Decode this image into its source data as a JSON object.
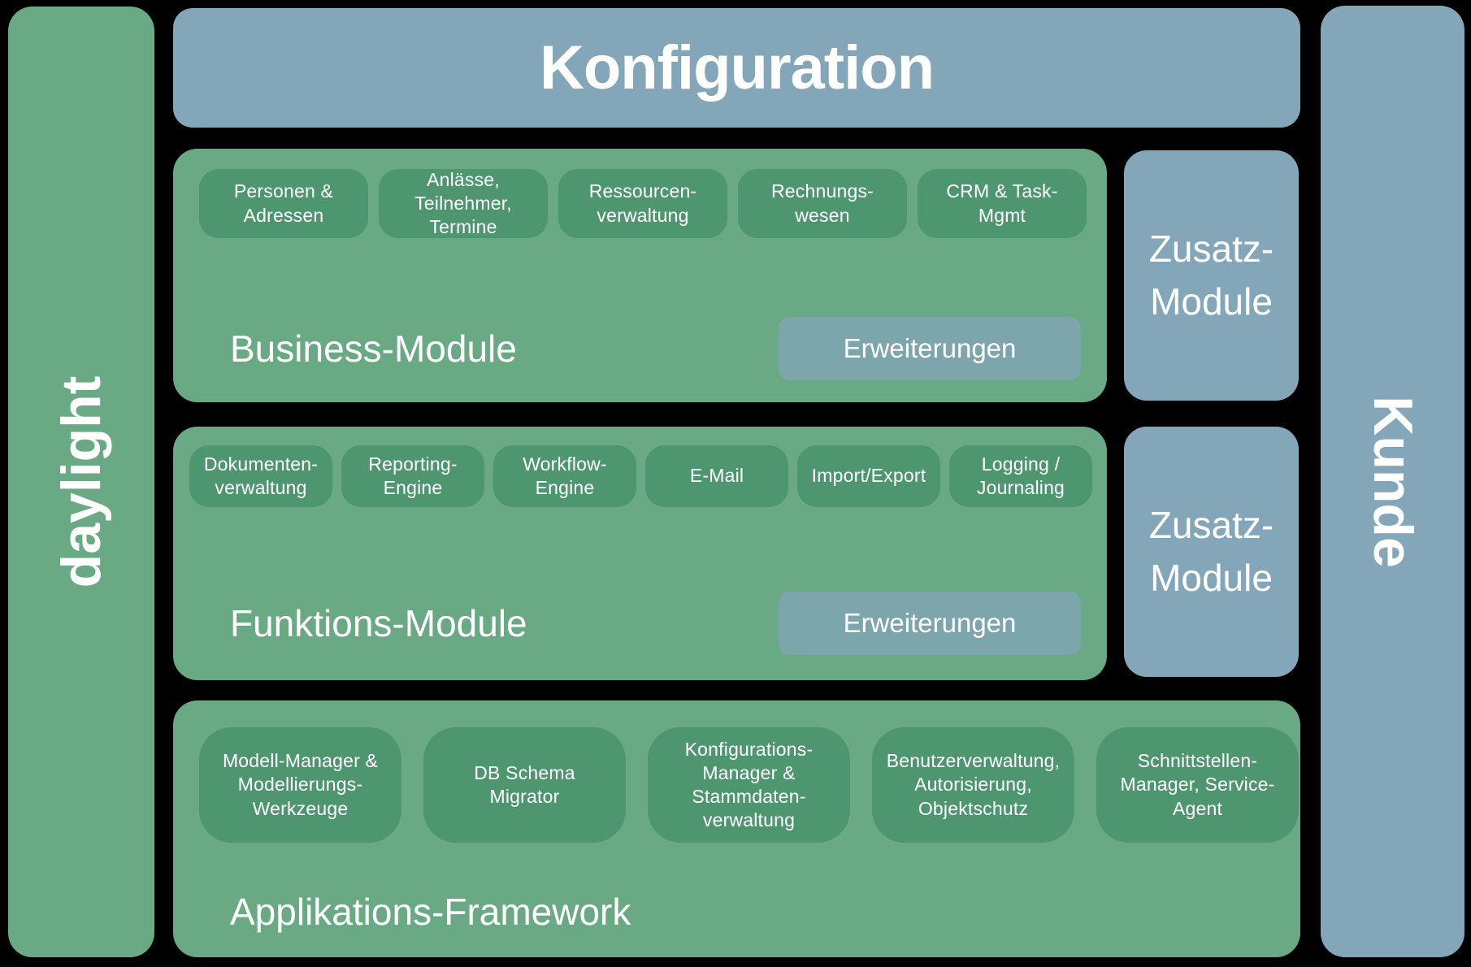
{
  "colors": {
    "background": "#000000",
    "panel_green": "#69AA84",
    "module_green": "#4D9670",
    "accent_blue": "#83A7B8",
    "extension_blue": "#7DA5AC",
    "text": "#FFFFFF"
  },
  "left_bar": {
    "label": "daylight"
  },
  "right_bar": {
    "label": "Kunde"
  },
  "header": {
    "label": "Konfiguration"
  },
  "zusatz": [
    {
      "label": "Zusatz-\nModule"
    },
    {
      "label": "Zusatz-\nModule"
    }
  ],
  "sections": {
    "business": {
      "title": "Business-Module",
      "extension": "Erweiterungen",
      "modules": [
        "Personen &\nAdressen",
        "Anlässe,\nTeilnehmer,\nTermine",
        "Ressourcen-\nverwaltung",
        "Rechnungs-\nwesen",
        "CRM & Task-\nMgmt"
      ]
    },
    "funktions": {
      "title": "Funktions-Module",
      "extension": "Erweiterungen",
      "modules": [
        "Dokumenten-\nverwaltung",
        "Reporting-\nEngine",
        "Workflow-\nEngine",
        "E-Mail",
        "Import/Export",
        "Logging /\nJournaling"
      ]
    },
    "framework": {
      "title": "Applikations-Framework",
      "modules": [
        "Modell-Manager &\nModellierungs-\nWerkzeuge",
        "DB Schema\nMigrator",
        "Konfigurations-\nManager &\nStammdaten-\nverwaltung",
        "Benutzerverwaltung,\nAutorisierung,\nObjektschutz",
        "Schnittstellen-\nManager, Service-\nAgent"
      ]
    }
  }
}
